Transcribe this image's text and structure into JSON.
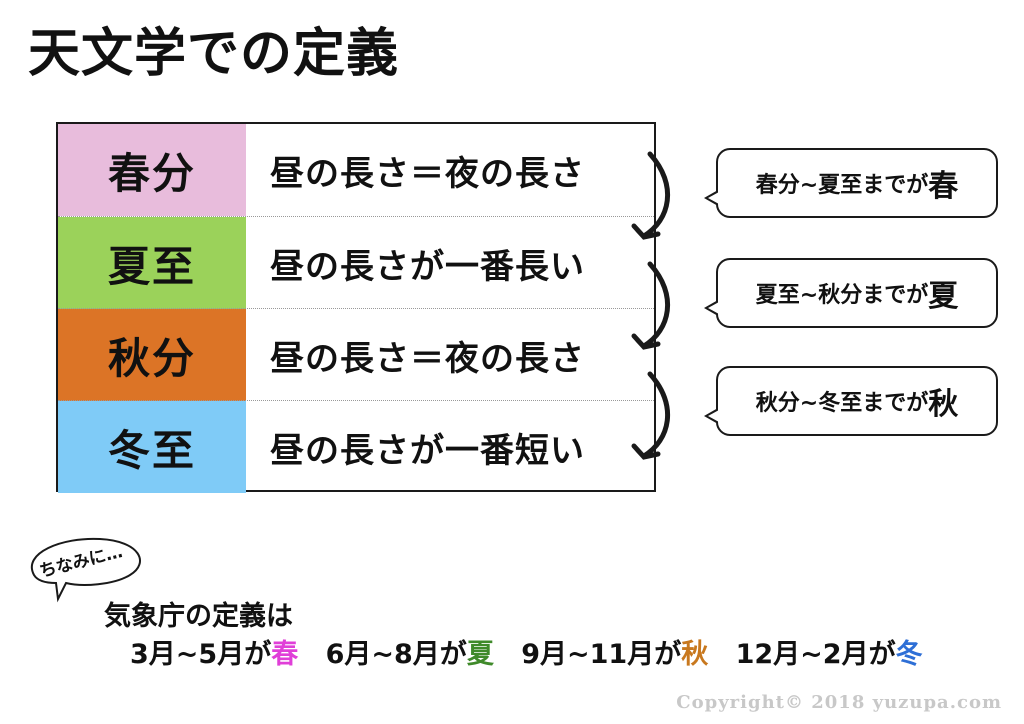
{
  "title": "天文学での定義",
  "rows": [
    {
      "season": "春分",
      "desc": "昼の長さ＝夜の長さ",
      "color": "#e8bcdc"
    },
    {
      "season": "夏至",
      "desc": "昼の長さが一番長い",
      "color": "#9bd25a"
    },
    {
      "season": "秋分",
      "desc": "昼の長さ＝夜の長さ",
      "color": "#dc7426"
    },
    {
      "season": "冬至",
      "desc": "昼の長さが一番短い",
      "color": "#7fcbf7"
    }
  ],
  "callouts": [
    {
      "text": "春分~夏至までが",
      "season": "春"
    },
    {
      "text": "夏至~秋分までが",
      "season": "夏"
    },
    {
      "text": "秋分~冬至までが",
      "season": "秋"
    }
  ],
  "note": {
    "bubble": "ちなみに…",
    "heading": "気象庁の定義は",
    "items": [
      {
        "range": "3月~5月が",
        "season": "春",
        "color": "#e03fd8"
      },
      {
        "range": "6月~8月が",
        "season": "夏",
        "color": "#3f8a2a"
      },
      {
        "range": "9月~11月が",
        "season": "秋",
        "color": "#c8781e"
      },
      {
        "range": "12月~2月が",
        "season": "冬",
        "color": "#2e6fd6"
      }
    ]
  },
  "copyright": "Copyright© 2018 yuzupa.com"
}
